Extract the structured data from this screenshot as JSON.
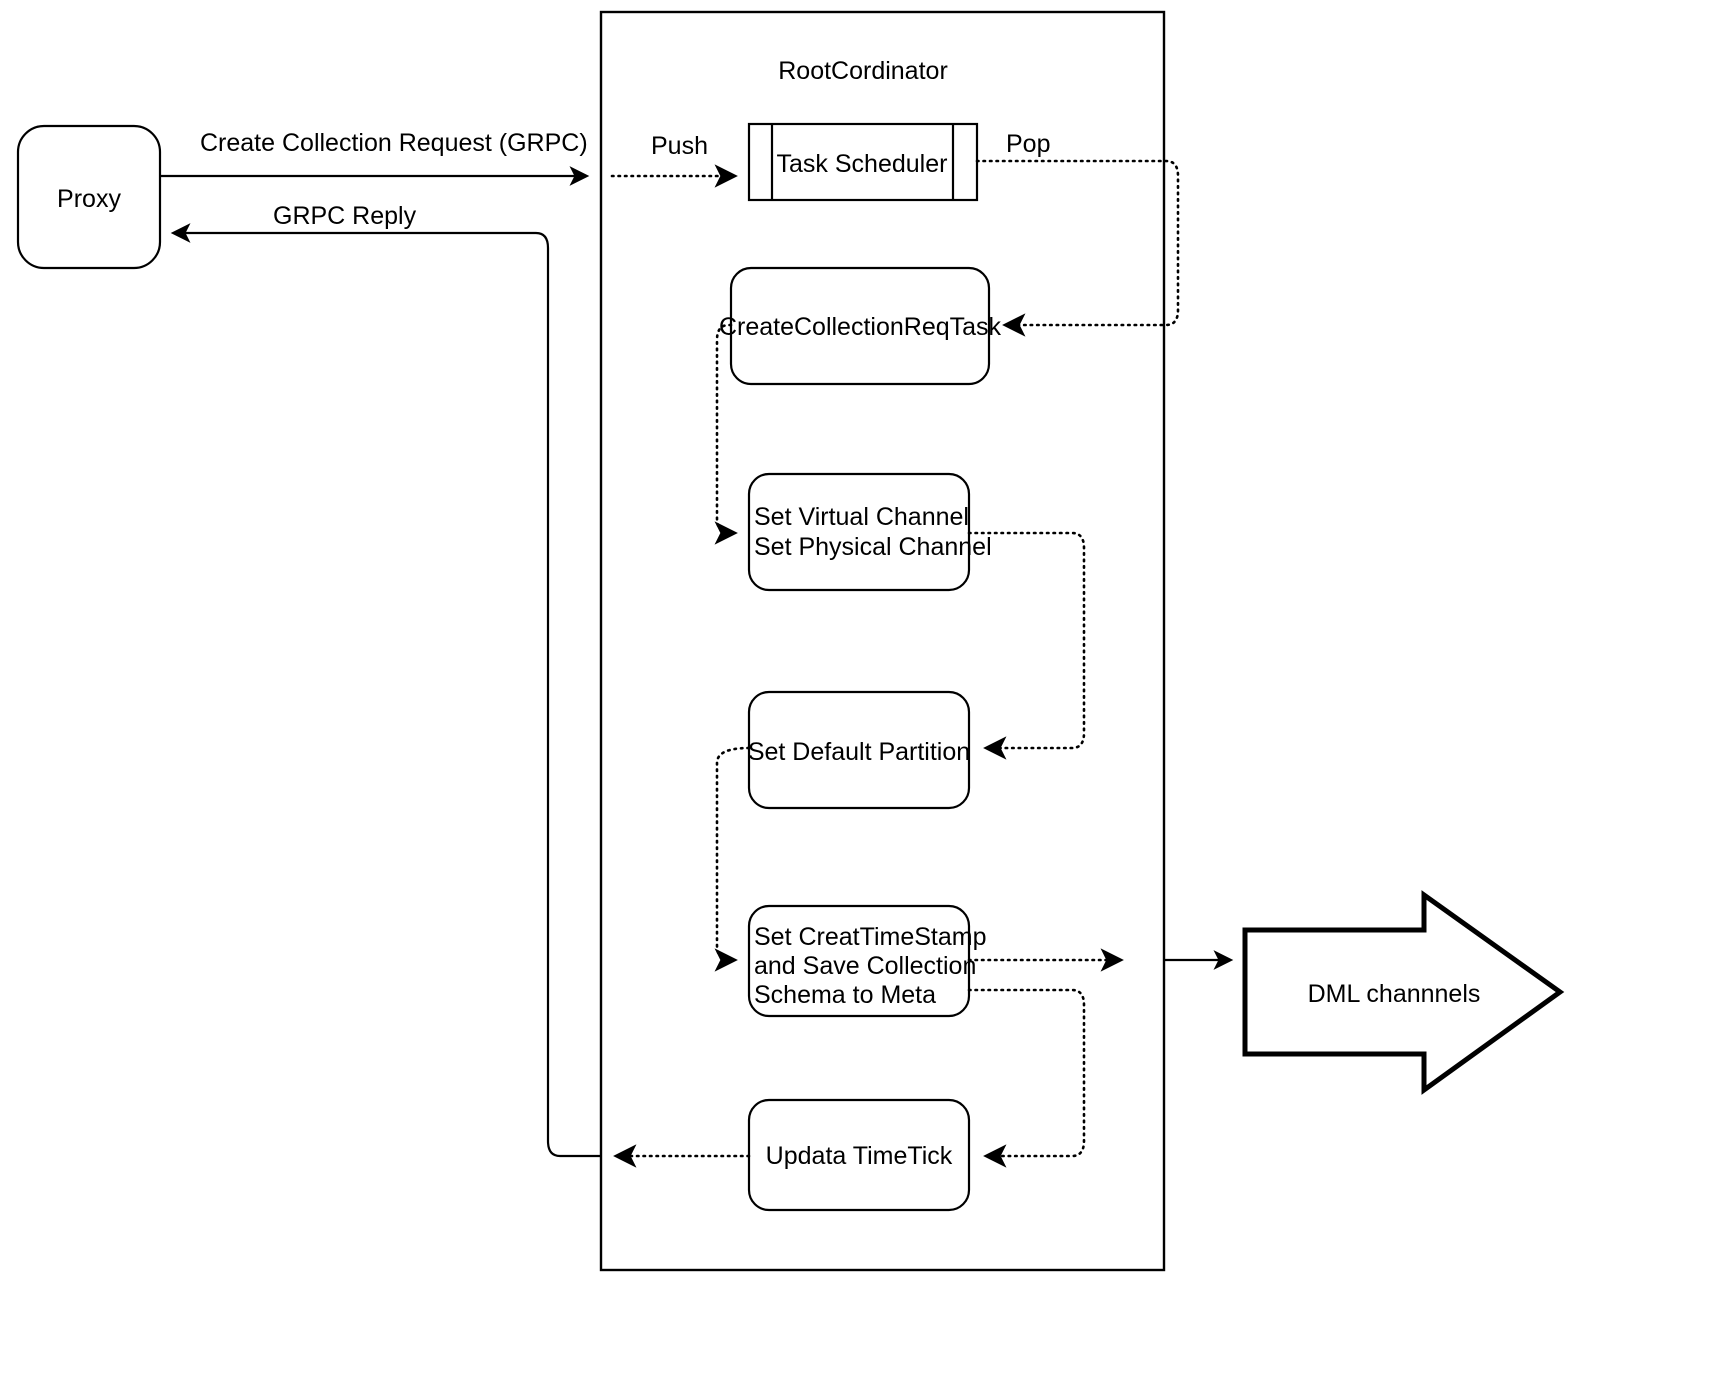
{
  "diagram": {
    "title": "RootCordinator",
    "nodes": {
      "proxy": {
        "label": "Proxy"
      },
      "task_scheduler": {
        "label": "Task Scheduler"
      },
      "create_collection_req_task": {
        "label": "CreateCollectionReqTask"
      },
      "set_channel": {
        "line1": "Set Virtual Channel",
        "line2": "Set Physical Channel"
      },
      "set_default_partition": {
        "label": "Set Default Partition"
      },
      "set_timestamp": {
        "line1": "Set CreatTimeStamp",
        "line2": "and Save Collection",
        "line3": "Schema to Meta"
      },
      "updata_timetick": {
        "label": "Updata TimeTick"
      },
      "dml_channels": {
        "label": "DML channnels"
      }
    },
    "edge_labels": {
      "create_collection_request": "Create Collection Request (GRPC)",
      "grpc_reply": "GRPC Reply",
      "push": "Push",
      "pop": "Pop"
    },
    "colors": {
      "stroke": "#000000",
      "fill": "#ffffff",
      "background": "#ffffff"
    }
  }
}
